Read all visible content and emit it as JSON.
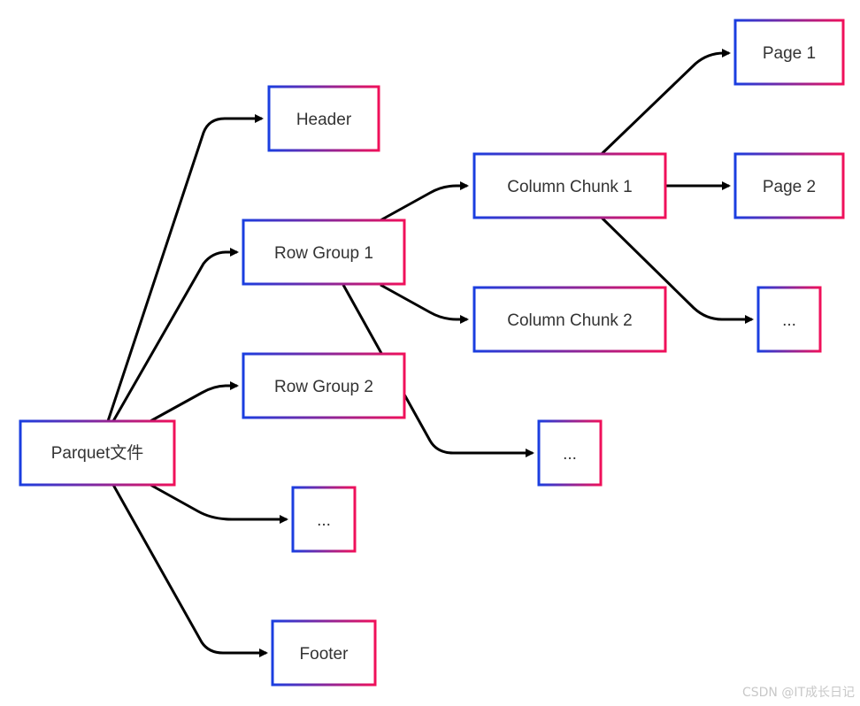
{
  "diagram": {
    "type": "tree",
    "nodes": {
      "parquet_file": "Parquet文件",
      "header": "Header",
      "row_group_1": "Row Group 1",
      "row_group_2": "Row Group 2",
      "file_more": "...",
      "footer": "Footer",
      "column_chunk_1": "Column Chunk 1",
      "column_chunk_2": "Column Chunk 2",
      "row_group_more": "...",
      "page_1": "Page 1",
      "page_2": "Page 2",
      "chunk_more": "..."
    },
    "edges": [
      {
        "from": "parquet_file",
        "to": "header"
      },
      {
        "from": "parquet_file",
        "to": "row_group_1"
      },
      {
        "from": "parquet_file",
        "to": "row_group_2"
      },
      {
        "from": "parquet_file",
        "to": "file_more"
      },
      {
        "from": "parquet_file",
        "to": "footer"
      },
      {
        "from": "row_group_1",
        "to": "column_chunk_1"
      },
      {
        "from": "row_group_1",
        "to": "column_chunk_2"
      },
      {
        "from": "row_group_1",
        "to": "row_group_more"
      },
      {
        "from": "column_chunk_1",
        "to": "page_1"
      },
      {
        "from": "column_chunk_1",
        "to": "page_2"
      },
      {
        "from": "column_chunk_1",
        "to": "chunk_more"
      }
    ],
    "colors": {
      "border_start": "#1a3ee0",
      "border_end": "#f0105a",
      "edge": "#000000",
      "text": "#333333"
    }
  },
  "watermark": "CSDN @IT成长日记"
}
